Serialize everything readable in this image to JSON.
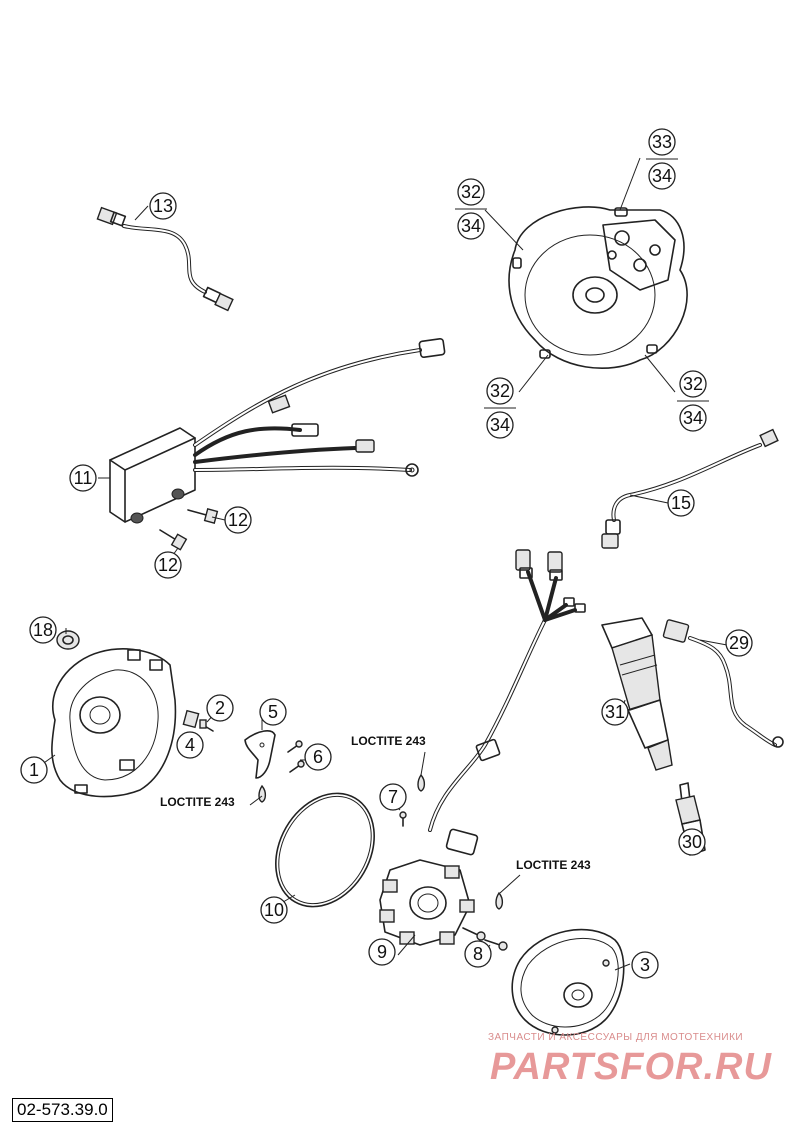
{
  "document": {
    "code": "02-573.39.0"
  },
  "watermark": {
    "tagline": "ЗАПЧАСТИ И АКСЕССУАРЫ ДЛЯ МОТОТЕХНИКИ",
    "logo": "PARTSFOR.RU"
  },
  "annotations": {
    "loctite": "LOCTITE 243"
  },
  "callouts": [
    {
      "id": "13"
    },
    {
      "id": "33"
    },
    {
      "id": "34"
    },
    {
      "id": "32"
    },
    {
      "id": "34"
    },
    {
      "id": "32"
    },
    {
      "id": "34"
    },
    {
      "id": "32"
    },
    {
      "id": "34"
    },
    {
      "id": "11"
    },
    {
      "id": "12"
    },
    {
      "id": "12"
    },
    {
      "id": "15"
    },
    {
      "id": "18"
    },
    {
      "id": "2"
    },
    {
      "id": "5"
    },
    {
      "id": "4"
    },
    {
      "id": "6"
    },
    {
      "id": "1"
    },
    {
      "id": "29"
    },
    {
      "id": "31"
    },
    {
      "id": "7"
    },
    {
      "id": "10"
    },
    {
      "id": "9"
    },
    {
      "id": "8"
    },
    {
      "id": "3"
    },
    {
      "id": "30"
    }
  ]
}
